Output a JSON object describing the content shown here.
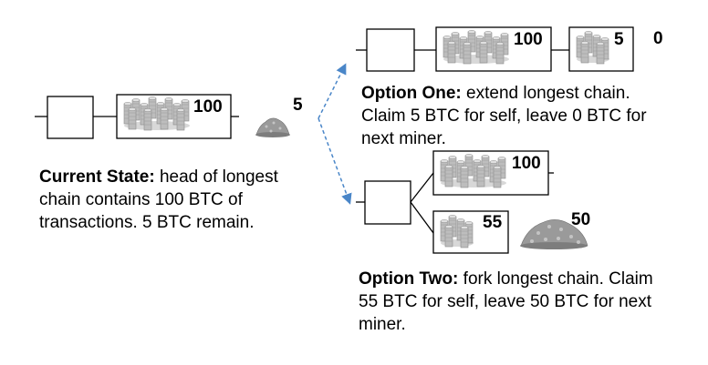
{
  "current": {
    "block_value": "100",
    "remaining_value": "5",
    "caption_bold": "Current State:",
    "caption_rest": " head of longest chain contains 100 BTC of transactions.  5 BTC remain."
  },
  "option_one": {
    "block_value": "100",
    "new_block_value": "5",
    "left_value": "0",
    "caption_bold": "Option One:",
    "caption_rest": " extend longest chain. Claim 5 BTC for self, leave 0 BTC for next miner."
  },
  "option_two": {
    "block_top_value": "100",
    "block_fork_value": "55",
    "left_value": "50",
    "caption_bold": "Option Two:",
    "caption_rest": " fork longest chain. Claim 55 BTC for self, leave 50 BTC for next miner."
  },
  "colors": {
    "arrow": "#4a86c8",
    "coin": "#bdbdbd",
    "coin_dark": "#8c8c8c",
    "pile": "#9a9a9a"
  }
}
